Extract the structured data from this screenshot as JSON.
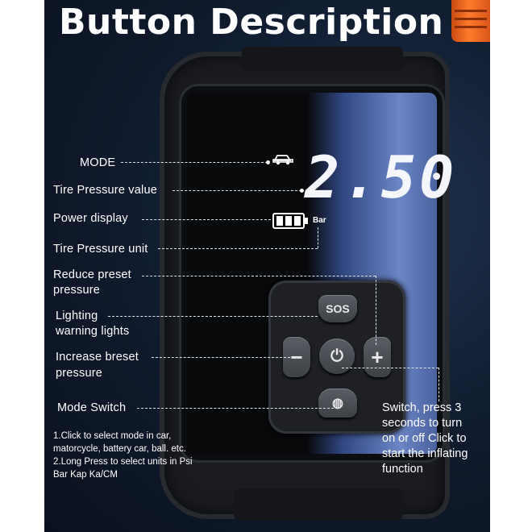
{
  "title": "Button Description",
  "display": {
    "pressure_value": "2.50",
    "unit": "Bar"
  },
  "keypad": {
    "sos": "SOS",
    "minus": "−",
    "plus": "+",
    "power": "⏻",
    "mode": "◍"
  },
  "labels": {
    "mode": "MODE",
    "tire_pressure_value": "Tire Pressure value",
    "power_display": "Power display",
    "tire_pressure_unit": "Tire Pressure unit",
    "reduce_line1": "Reduce preset",
    "reduce_line2": "pressure",
    "lighting_line1": "Lighting",
    "lighting_line2": "warning lights",
    "increase_line1": "Increase breset",
    "increase_line2": "pressure",
    "mode_switch": "Mode Switch"
  },
  "mode_notes": {
    "line1": "1.Click to select mode in car,",
    "line2": "matorcycle, battery car, ball. etc.",
    "line3": "2.Long Press to select units in Psi",
    "line4": "Bar Kap Ka/CM"
  },
  "switch_note": {
    "line1": "Switch, press 3",
    "line2": "seconds to turn",
    "line3": "on or off Click to",
    "line4": "start the inflating",
    "line5": "function"
  },
  "icons": [
    "car-icon",
    "battery-icon",
    "power-icon",
    "mode-icon"
  ],
  "colors": {
    "accent_orange": "#ff7a2a",
    "screen_blue": "#6c86c6",
    "background_dark": "#0f1a2c"
  }
}
